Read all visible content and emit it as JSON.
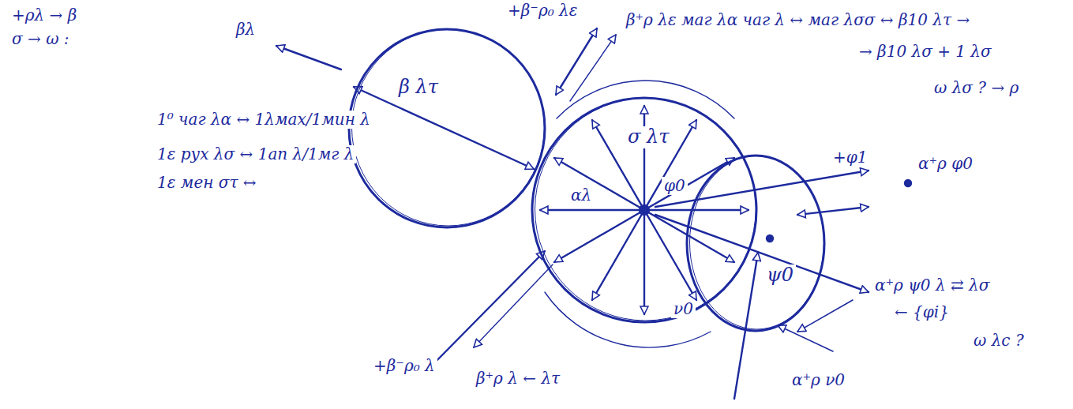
{
  "diagram": {
    "nodes": [
      {
        "text": [
          "β λτ"
        ]
      },
      {
        "text": [
          "σ λτ"
        ]
      },
      {
        "text": [
          "ψ0"
        ]
      }
    ],
    "labels": [
      "+ρλ → β",
      "σ → ω :",
      "βλ",
      "1⁰ чаг λα ↔ 1λмах/1мин λ",
      "1ε рух λσ ↔ 1ап λ/1мг λ",
      "1ε мен στ ↔",
      "+β⁻ρ₀ λε",
      "β⁺ρ λε маг λα чаг λ ↔ маг λσσ ↔ β10 λτ →",
      "→ β10 λσ + 1 λσ",
      "+φ1",
      "α⁺ρ φ0",
      "ω λσ ? → ρ",
      "α⁺ρ ψ0 λ ⇄ λσ",
      "← {φi}",
      "ω λc ?",
      "α⁺ρ ν0",
      "+β⁻ρ₀ λ",
      "β⁺ρ λ ← λτ",
      "φ0",
      "ν0",
      "αλ"
    ]
  }
}
